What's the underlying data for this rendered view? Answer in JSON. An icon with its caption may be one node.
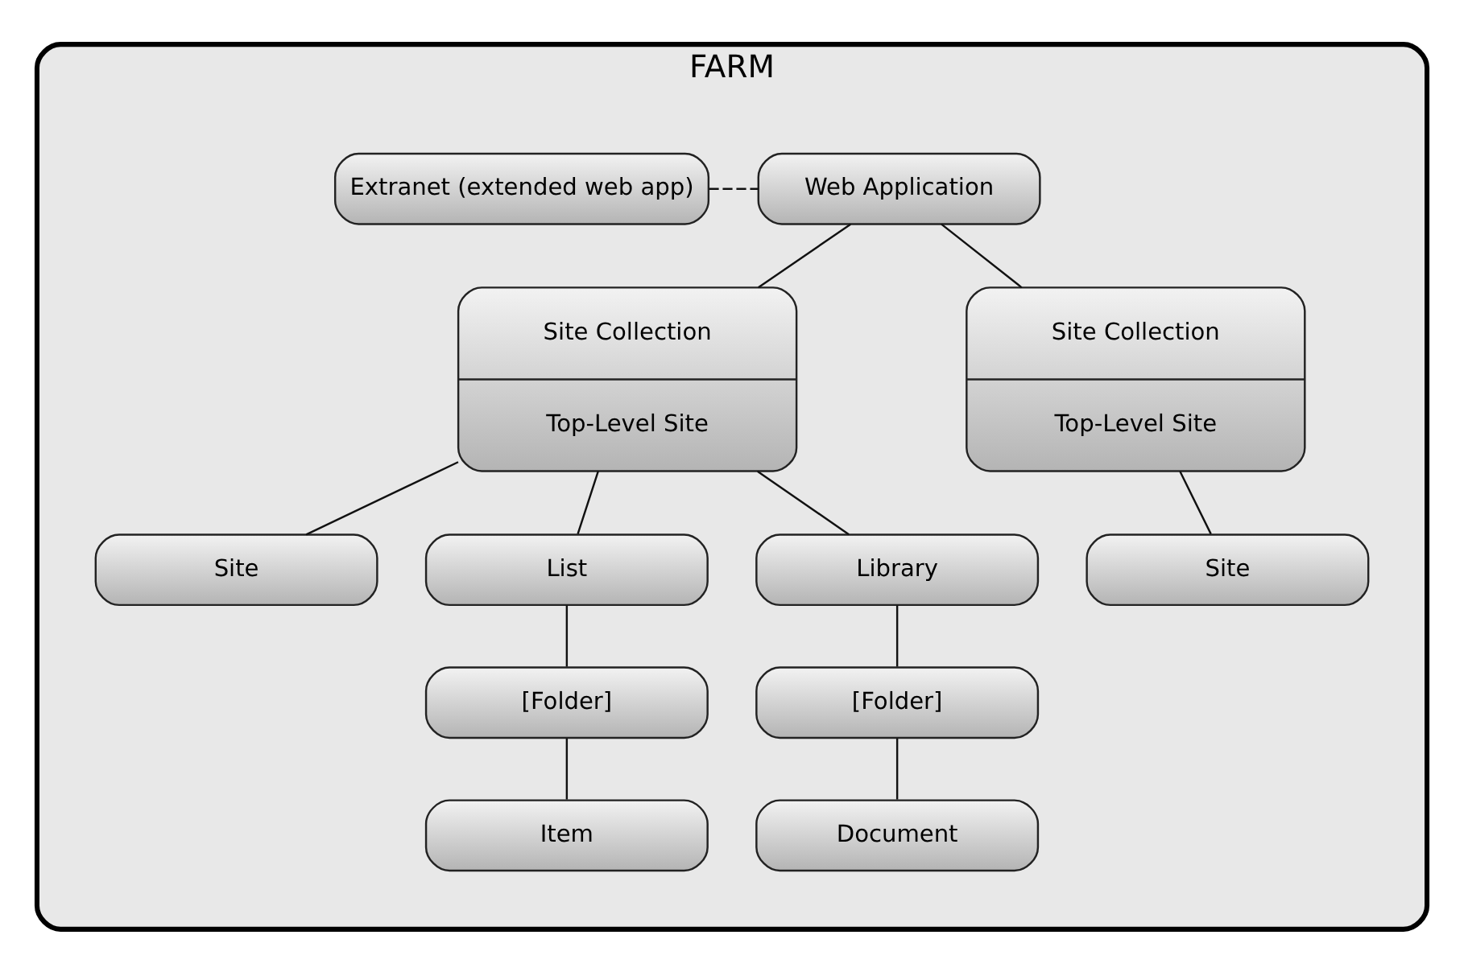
{
  "diagram": {
    "nodes": [
      {
        "text": [
          "FARM"
        ]
      },
      {
        "text": [
          "Extranet (extended web app)"
        ],
        "in": 0
      },
      {
        "text": [
          "Web Application"
        ],
        "in": 0
      },
      {
        "text": [
          "Site Collection",
          "Top-Level Site"
        ],
        "in": 0
      },
      {
        "text": [
          "Site Collection",
          "Top-Level Site"
        ],
        "in": 0
      },
      {
        "text": [
          "Site"
        ],
        "in": 0
      },
      {
        "text": [
          "List"
        ],
        "in": 0
      },
      {
        "text": [
          "Library"
        ],
        "in": 0
      },
      {
        "text": [
          "Site"
        ],
        "in": 0
      },
      {
        "text": [
          "[Folder]"
        ],
        "in": 0
      },
      {
        "text": [
          "[Folder]"
        ],
        "in": 0
      },
      {
        "text": [
          "Item"
        ],
        "in": 0
      },
      {
        "text": [
          "Document"
        ],
        "in": 0
      }
    ],
    "edges": [
      {
        "from": 1,
        "to": 2,
        "arrow": "none",
        "style": "dashed"
      },
      {
        "from": 2,
        "to": 3,
        "arrow": "none"
      },
      {
        "from": 2,
        "to": 4,
        "arrow": "none"
      },
      {
        "from": 3,
        "to": 5,
        "arrow": "none"
      },
      {
        "from": 3,
        "to": 6,
        "arrow": "none"
      },
      {
        "from": 3,
        "to": 7,
        "arrow": "none"
      },
      {
        "from": 4,
        "to": 8,
        "arrow": "none"
      },
      {
        "from": 6,
        "to": 9,
        "arrow": "none"
      },
      {
        "from": 7,
        "to": 10,
        "arrow": "none"
      },
      {
        "from": 9,
        "to": 11,
        "arrow": "none"
      },
      {
        "from": 10,
        "to": 12,
        "arrow": "none"
      }
    ]
  }
}
